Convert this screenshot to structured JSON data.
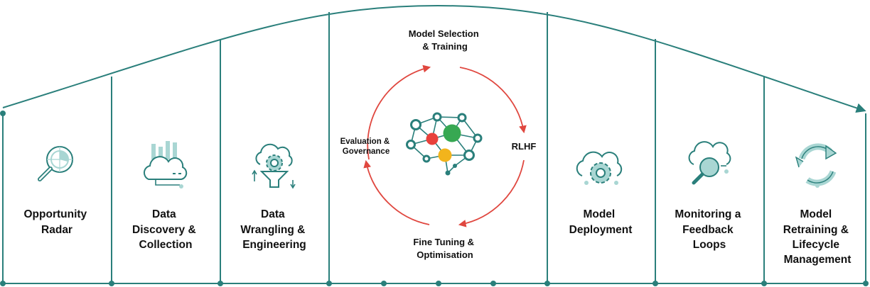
{
  "colors": {
    "teal": "#2a7f7b",
    "icon_dark": "#2a7f7b",
    "icon_light": "#a9d6d3",
    "arrow_red": "#e0473f",
    "node_red": "#e8413b",
    "node_green": "#37a852",
    "node_yellow": "#f2b41c",
    "text": "#111111"
  },
  "stages": [
    {
      "id": "opportunity-radar",
      "icon": "magnifier-radar-icon",
      "lines": [
        "Opportunity",
        "Radar"
      ]
    },
    {
      "id": "data-discovery",
      "icon": "cloud-data-bars-icon",
      "lines": [
        "Data",
        "Discovery &",
        "Collection"
      ]
    },
    {
      "id": "data-wrangling",
      "icon": "cloud-gear-funnel-icon",
      "lines": [
        "Data",
        "Wrangling &",
        "Engineering"
      ]
    },
    {
      "id": "model-deployment",
      "icon": "cloud-gear-icon",
      "lines": [
        "Model",
        "Deployment"
      ]
    },
    {
      "id": "monitoring",
      "icon": "cloud-magnifier-icon",
      "lines": [
        "Monitoring a",
        "Feedback",
        "Loops"
      ]
    },
    {
      "id": "model-retraining",
      "icon": "refresh-cycle-icon",
      "lines": [
        "Model",
        "Retraining &",
        "Lifecycle",
        "Management"
      ]
    }
  ],
  "cycle": {
    "center_icon": "neural-brain-icon",
    "top": [
      "Model Selection",
      "& Training"
    ],
    "right": [
      "RLHF"
    ],
    "bottom": [
      "Fine Tuning &",
      "Optimisation"
    ],
    "left": [
      "Evaluation &",
      "Governance"
    ]
  }
}
